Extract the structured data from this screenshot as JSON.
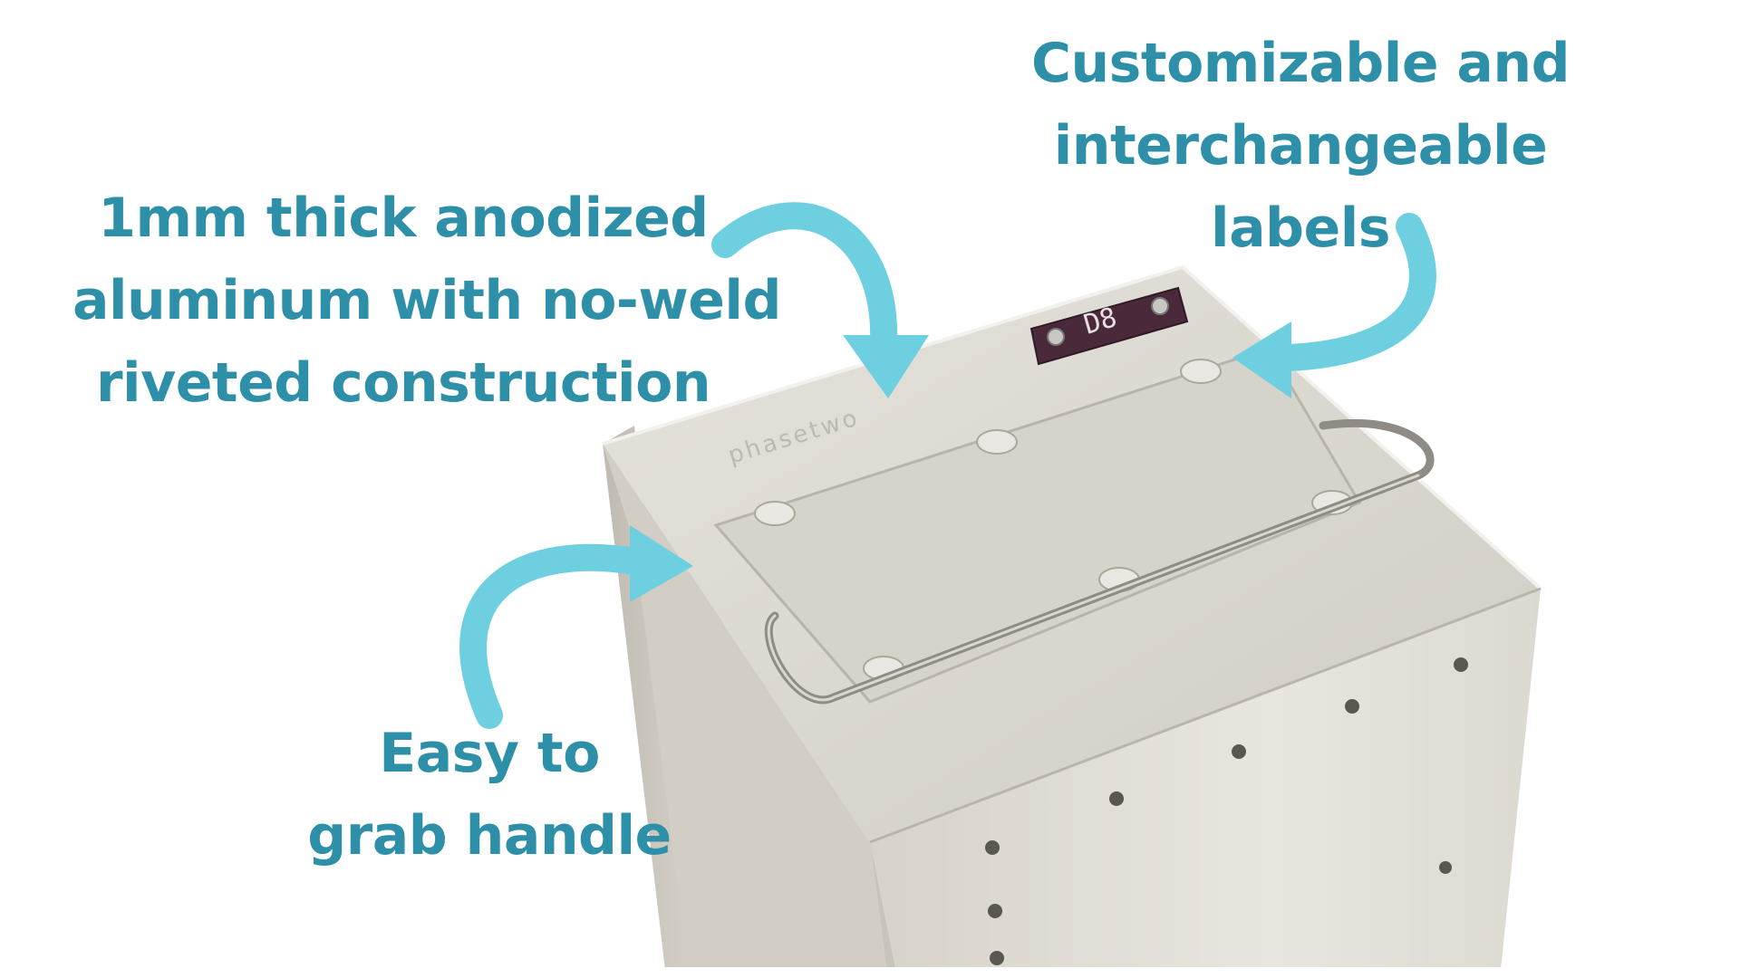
{
  "callouts": {
    "material": {
      "lines": [
        "1mm thick anodized",
        "aluminum with no-weld",
        "riveted construction"
      ]
    },
    "labels": {
      "lines": [
        "Customizable and",
        "interchangeable",
        "labels"
      ]
    },
    "handle": {
      "lines": [
        "Easy to",
        "grab handle"
      ]
    }
  },
  "product": {
    "brand_text": "phasetwo",
    "label_plate_text": "D8"
  },
  "colors": {
    "callout_text": "#2e90a8",
    "arrow": "#6dcfdf",
    "metal": "#d9d6cf",
    "box_blue": "#3aa6e6",
    "label_plate": "#4a2a3a"
  }
}
